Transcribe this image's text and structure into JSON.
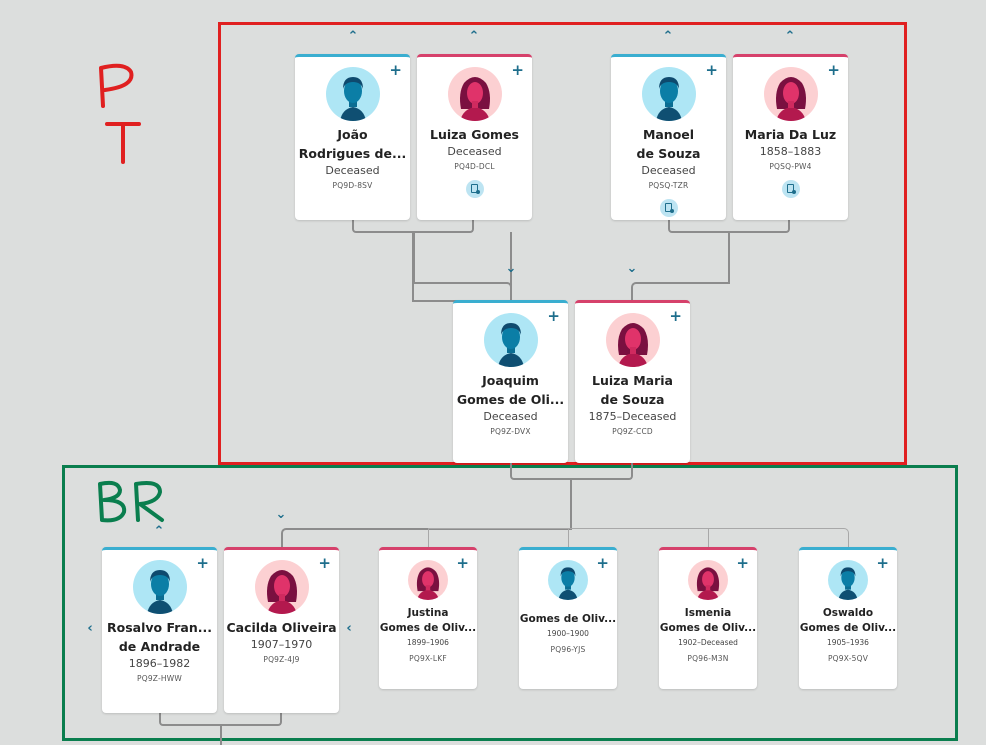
{
  "annotations": {
    "pt_label": "PT",
    "br_label": "BR",
    "pt_color": "#e02020",
    "br_color": "#0a7e4e"
  },
  "colors": {
    "male_accent": "#3aaed0",
    "female_accent": "#d6416b",
    "icon": "#1e6e8c",
    "background": "#dcdedd"
  },
  "great_grandparents": [
    {
      "name_line1": "João",
      "name_line2": "Rodrigues de...",
      "dates": "Deceased",
      "pid": "PQ9D-8SV",
      "gender": "male",
      "has_record": false
    },
    {
      "name_line1": "Luiza Gomes",
      "name_line2": "",
      "dates": "Deceased",
      "pid": "PQ4D-DCL",
      "gender": "female",
      "has_record": true
    },
    {
      "name_line1": "Manoel",
      "name_line2": "de Souza",
      "dates": "Deceased",
      "pid": "PQSQ-TZR",
      "gender": "male",
      "has_record": true
    },
    {
      "name_line1": "Maria Da Luz",
      "name_line2": "",
      "dates": "1858–1883",
      "pid": "PQSQ-PW4",
      "gender": "female",
      "has_record": true
    }
  ],
  "grandparents": [
    {
      "name_line1": "Joaquim",
      "name_line2": "Gomes de Oli...",
      "dates": "Deceased",
      "pid": "PQ9Z-DVX",
      "gender": "male"
    },
    {
      "name_line1": "Luiza Maria",
      "name_line2": "de Souza",
      "dates": "1875–Deceased",
      "pid": "PQ9Z-CCD",
      "gender": "female"
    }
  ],
  "couple": [
    {
      "name_line1": "Rosalvo Fran...",
      "name_line2": "de Andrade",
      "dates": "1896–1982",
      "pid": "PQ9Z-HWW",
      "gender": "male"
    },
    {
      "name_line1": "Cacilda Oliveira",
      "name_line2": "",
      "dates": "1907–1970",
      "pid": "PQ9Z-4J9",
      "gender": "female"
    }
  ],
  "siblings": [
    {
      "name_line1": "Justina",
      "name_line2": "Gomes de Oliv...",
      "dates": "1899–1906",
      "pid": "PQ9X-LKF",
      "gender": "female"
    },
    {
      "name_line1": "",
      "name_line2": "Gomes de Oliv...",
      "dates": "1900–1900",
      "pid": "PQ96-YJS",
      "gender": "male"
    },
    {
      "name_line1": "Ismenia",
      "name_line2": "Gomes de Oliv...",
      "dates": "1902–Deceased",
      "pid": "PQ96-M3N",
      "gender": "female"
    },
    {
      "name_line1": "Oswaldo",
      "name_line2": "Gomes de Oliv...",
      "dates": "1905–1936",
      "pid": "PQ9X-5QV",
      "gender": "male"
    }
  ],
  "icons": {
    "add": "+",
    "expand_up": "^",
    "expand_down": "v",
    "navigate_left": "<"
  }
}
